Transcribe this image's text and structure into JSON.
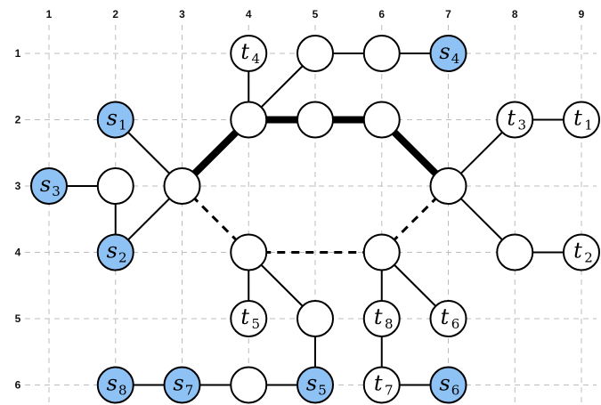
{
  "columns": [
    "1",
    "2",
    "3",
    "4",
    "5",
    "6",
    "7",
    "8",
    "9"
  ],
  "rows": [
    "1",
    "2",
    "3",
    "4",
    "5",
    "6"
  ],
  "colors": {
    "source_fill": "#8ec2f5",
    "plain_fill": "#ffffff"
  },
  "nodes": [
    {
      "id": "t4",
      "col": 4,
      "row": 1,
      "label": "t",
      "sub": "4",
      "type": "target"
    },
    {
      "id": "a15",
      "col": 5,
      "row": 1,
      "label": "",
      "sub": "",
      "type": "plain"
    },
    {
      "id": "a16",
      "col": 6,
      "row": 1,
      "label": "",
      "sub": "",
      "type": "plain"
    },
    {
      "id": "s4",
      "col": 7,
      "row": 1,
      "label": "s",
      "sub": "4",
      "type": "source"
    },
    {
      "id": "s1",
      "col": 2,
      "row": 2,
      "label": "s",
      "sub": "1",
      "type": "source"
    },
    {
      "id": "a24",
      "col": 4,
      "row": 2,
      "label": "",
      "sub": "",
      "type": "plain"
    },
    {
      "id": "a25",
      "col": 5,
      "row": 2,
      "label": "",
      "sub": "",
      "type": "plain"
    },
    {
      "id": "a26",
      "col": 6,
      "row": 2,
      "label": "",
      "sub": "",
      "type": "plain"
    },
    {
      "id": "t3",
      "col": 8,
      "row": 2,
      "label": "t",
      "sub": "3",
      "type": "target"
    },
    {
      "id": "t1",
      "col": 9,
      "row": 2,
      "label": "t",
      "sub": "1",
      "type": "target"
    },
    {
      "id": "s3",
      "col": 1,
      "row": 3,
      "label": "s",
      "sub": "3",
      "type": "source"
    },
    {
      "id": "a32",
      "col": 2,
      "row": 3,
      "label": "",
      "sub": "",
      "type": "plain"
    },
    {
      "id": "a33",
      "col": 3,
      "row": 3,
      "label": "",
      "sub": "",
      "type": "plain"
    },
    {
      "id": "a37",
      "col": 7,
      "row": 3,
      "label": "",
      "sub": "",
      "type": "plain"
    },
    {
      "id": "s2",
      "col": 2,
      "row": 4,
      "label": "s",
      "sub": "2",
      "type": "source"
    },
    {
      "id": "a44",
      "col": 4,
      "row": 4,
      "label": "",
      "sub": "",
      "type": "plain"
    },
    {
      "id": "a46",
      "col": 6,
      "row": 4,
      "label": "",
      "sub": "",
      "type": "plain"
    },
    {
      "id": "a48",
      "col": 8,
      "row": 4,
      "label": "",
      "sub": "",
      "type": "plain"
    },
    {
      "id": "t2",
      "col": 9,
      "row": 4,
      "label": "t",
      "sub": "2",
      "type": "target"
    },
    {
      "id": "t5",
      "col": 4,
      "row": 5,
      "label": "t",
      "sub": "5",
      "type": "target"
    },
    {
      "id": "a55",
      "col": 5,
      "row": 5,
      "label": "",
      "sub": "",
      "type": "plain"
    },
    {
      "id": "t8",
      "col": 6,
      "row": 5,
      "label": "t",
      "sub": "8",
      "type": "target"
    },
    {
      "id": "t6",
      "col": 7,
      "row": 5,
      "label": "t",
      "sub": "6",
      "type": "target"
    },
    {
      "id": "s8",
      "col": 2,
      "row": 6,
      "label": "s",
      "sub": "8",
      "type": "source"
    },
    {
      "id": "s7",
      "col": 3,
      "row": 6,
      "label": "s",
      "sub": "7",
      "type": "source"
    },
    {
      "id": "a64",
      "col": 4,
      "row": 6,
      "label": "",
      "sub": "",
      "type": "plain"
    },
    {
      "id": "s5",
      "col": 5,
      "row": 6,
      "label": "s",
      "sub": "5",
      "type": "source"
    },
    {
      "id": "t7",
      "col": 6,
      "row": 6,
      "label": "t",
      "sub": "7",
      "type": "target"
    },
    {
      "id": "s6",
      "col": 7,
      "row": 6,
      "label": "s",
      "sub": "6",
      "type": "source"
    }
  ],
  "edges": [
    {
      "from": "t4",
      "to": "a24",
      "style": "solid"
    },
    {
      "from": "a15",
      "to": "a24",
      "style": "solid"
    },
    {
      "from": "a15",
      "to": "a16",
      "style": "solid"
    },
    {
      "from": "a16",
      "to": "s4",
      "style": "solid"
    },
    {
      "from": "s1",
      "to": "a33",
      "style": "solid"
    },
    {
      "from": "s3",
      "to": "a32",
      "style": "solid"
    },
    {
      "from": "a32",
      "to": "s2",
      "style": "solid"
    },
    {
      "from": "s2",
      "to": "a33",
      "style": "solid"
    },
    {
      "from": "a33",
      "to": "a24",
      "style": "thick"
    },
    {
      "from": "a24",
      "to": "a25",
      "style": "thick"
    },
    {
      "from": "a25",
      "to": "a26",
      "style": "thick"
    },
    {
      "from": "a26",
      "to": "a37",
      "style": "thick"
    },
    {
      "from": "a33",
      "to": "a44",
      "style": "dashed"
    },
    {
      "from": "a44",
      "to": "a46",
      "style": "dashed"
    },
    {
      "from": "a46",
      "to": "a37",
      "style": "dashed"
    },
    {
      "from": "a37",
      "to": "t3",
      "style": "solid"
    },
    {
      "from": "t3",
      "to": "t1",
      "style": "solid"
    },
    {
      "from": "a37",
      "to": "a48",
      "style": "solid"
    },
    {
      "from": "a48",
      "to": "t2",
      "style": "solid"
    },
    {
      "from": "a44",
      "to": "t5",
      "style": "solid"
    },
    {
      "from": "a44",
      "to": "a55",
      "style": "solid"
    },
    {
      "from": "a55",
      "to": "s5",
      "style": "solid"
    },
    {
      "from": "a46",
      "to": "t8",
      "style": "solid"
    },
    {
      "from": "a46",
      "to": "t6",
      "style": "solid"
    },
    {
      "from": "t8",
      "to": "t7",
      "style": "solid"
    },
    {
      "from": "t7",
      "to": "s6",
      "style": "solid"
    },
    {
      "from": "s8",
      "to": "s7",
      "style": "solid"
    },
    {
      "from": "s7",
      "to": "a64",
      "style": "solid"
    },
    {
      "from": "a64",
      "to": "s5",
      "style": "solid"
    }
  ]
}
